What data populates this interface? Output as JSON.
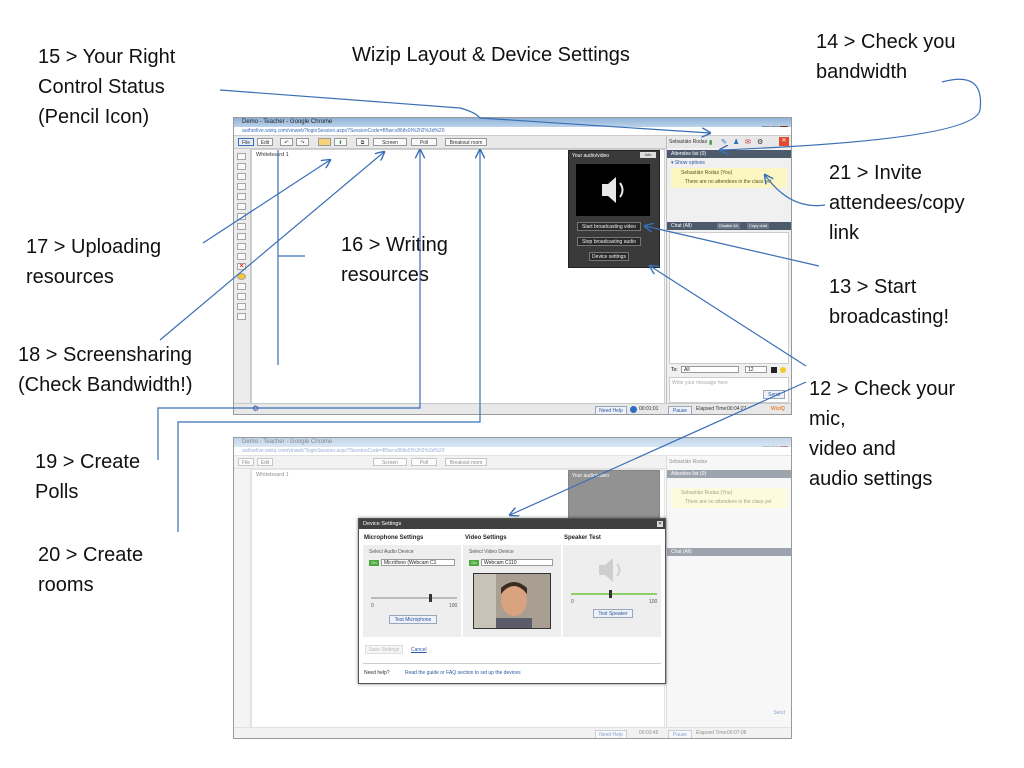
{
  "slide_title": "Wizip Layout & Device Settings",
  "annotations": {
    "a15": "15 > Your Right\nControl Status\n(Pencil Icon)",
    "a14": "14 > Check you\nbandwidth",
    "a21": "21 > Invite\nattendees/copy\nlink",
    "a17": "17 > Uploading\nresources",
    "a16": "16 > Writing\nresources",
    "a13": "13 > Start\nbroadcasting!",
    "a18": "18 > Screensharing\n(Check Bandwidth!)",
    "a12": "12 > Check your\nmic,\nvideo and\naudio settings",
    "a19": "19 > Create\nPolls",
    "a20": "20 > Create\nrooms"
  },
  "top_window": {
    "title": "Demo - Teacher - Google Chrome",
    "url": "authorlive.wiziq.com/vinweb?loginSession.aspx?SessionCode=B5wcv86ifx0I%2fi2%3d%20",
    "toolbar": {
      "file": "File",
      "edit": "Edit",
      "screen": "Screen",
      "poll": "Poll",
      "breakout": "Breakout room"
    },
    "whiteboard_tab": "Whiteboard 1",
    "presenter": "Sebastián Rodas",
    "attendee_list": "Attendee list (0)",
    "show_options": "▾ Show options",
    "self_name": "Sebastián Rodas (You)",
    "no_attendees": "There are no attendees in the class yet",
    "chat_header": "Chat (All)",
    "disable_all": "Disable All",
    "copy_chat": "Copy chat",
    "chat_to_label": "To:",
    "chat_to_value": "All",
    "font_size": "12",
    "message_placeholder": "Write your message here",
    "send": "Send",
    "need_help": "Need Help",
    "timer": "00:01:01",
    "pause": "Pause",
    "elapsed_label": "Elapsed Time:",
    "elapsed": "00:04:27",
    "brand": "WiziQ",
    "av_title": "Your audio/video",
    "av_info": "Info",
    "av_start_video": "Start broadcasting video",
    "av_stop_audio": "Stop broadcasting audio",
    "av_device_settings": "Device settings"
  },
  "bottom_window": {
    "timer": "00:03:45",
    "elapsed": "00:07:08"
  },
  "device_dialog": {
    "title": "Device Settings",
    "mic_heading": "Microphone Settings",
    "mic_select_label": "Select Audio Device",
    "mic_device": "Micrófono (Webcam C1",
    "video_heading": "Video Settings",
    "video_select_label": "Select Video Device",
    "video_device": "Webcam C110",
    "speaker_heading": "Speaker Test",
    "on": "On",
    "scale_min": "0",
    "scale_max": "100",
    "test_mic": "Test Microphone",
    "test_speaker": "Test Speaker",
    "save": "Save Settings",
    "cancel": "Cancel",
    "need_help": "Need help?",
    "guide": "Read the guide or FAQ section to set up the devices"
  },
  "colors": {
    "titlebar": "#8fb2d8",
    "panel_dark": "#3a3a3a",
    "attendee_yellow": "#fbf6c2",
    "arrow_blue": "#3a6fb6"
  }
}
